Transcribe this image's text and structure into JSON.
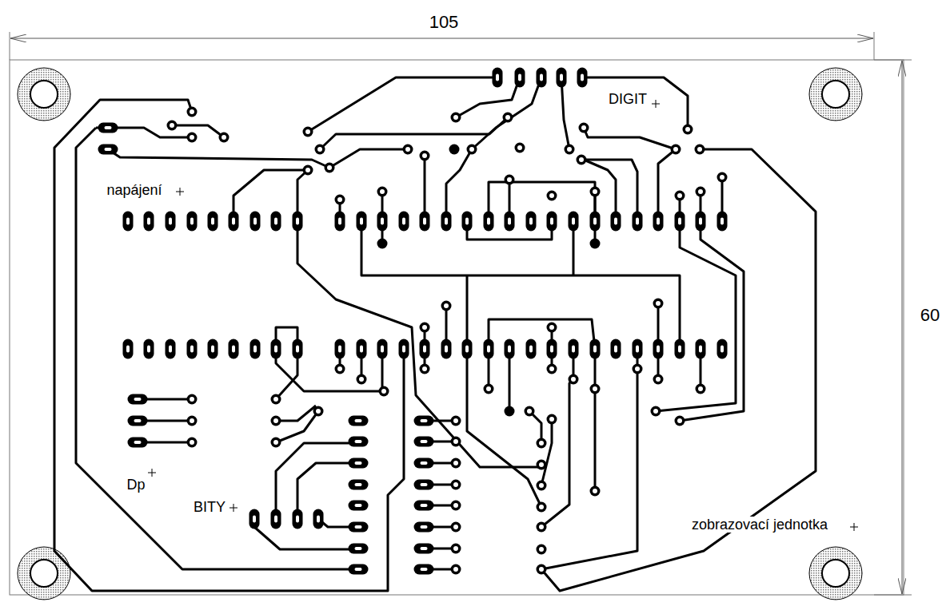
{
  "diagram": {
    "labels": [
      "105",
      "60",
      "DIGIT",
      "napájení",
      "Dp",
      "BITY",
      "zobrazovací jednotka"
    ]
  }
}
